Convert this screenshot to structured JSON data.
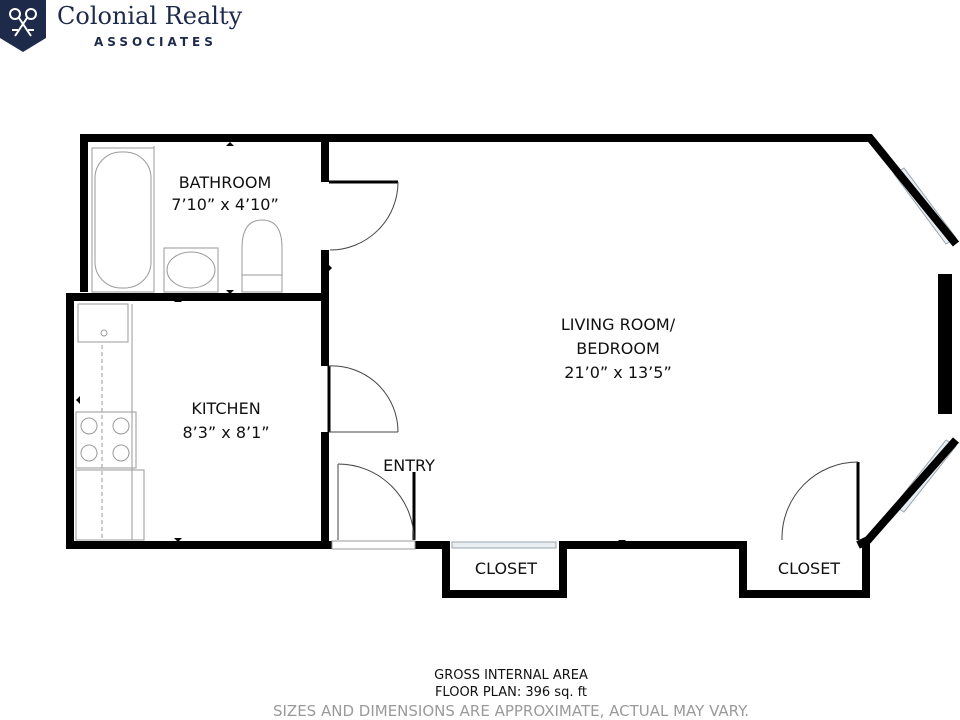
{
  "brand": {
    "name": "Colonial Realty",
    "subtitle": "ASSOCIATES",
    "logo_color": "#1e2a4a"
  },
  "rooms": {
    "bathroom": {
      "name": "BATHROOM",
      "dims": "7’10” x 4’10”"
    },
    "kitchen": {
      "name": "KITCHEN",
      "dims": "8’3” x 8’1”"
    },
    "living": {
      "name_line1": "LIVING ROOM/",
      "name_line2": "BEDROOM",
      "dims": "21’0” x 13’5”"
    },
    "entry": {
      "name": "ENTRY"
    },
    "closet_left": {
      "name": "CLOSET"
    },
    "closet_right": {
      "name": "CLOSET"
    }
  },
  "footer": {
    "line1": "GROSS INTERNAL AREA",
    "line2": "FLOOR PLAN: 396 sq. ft",
    "note": "SIZES AND DIMENSIONS ARE APPROXIMATE, ACTUAL MAY VARY."
  },
  "colors": {
    "wall": "#000000",
    "fixture": "#9a9a9a",
    "window": "#b8c7d2"
  }
}
